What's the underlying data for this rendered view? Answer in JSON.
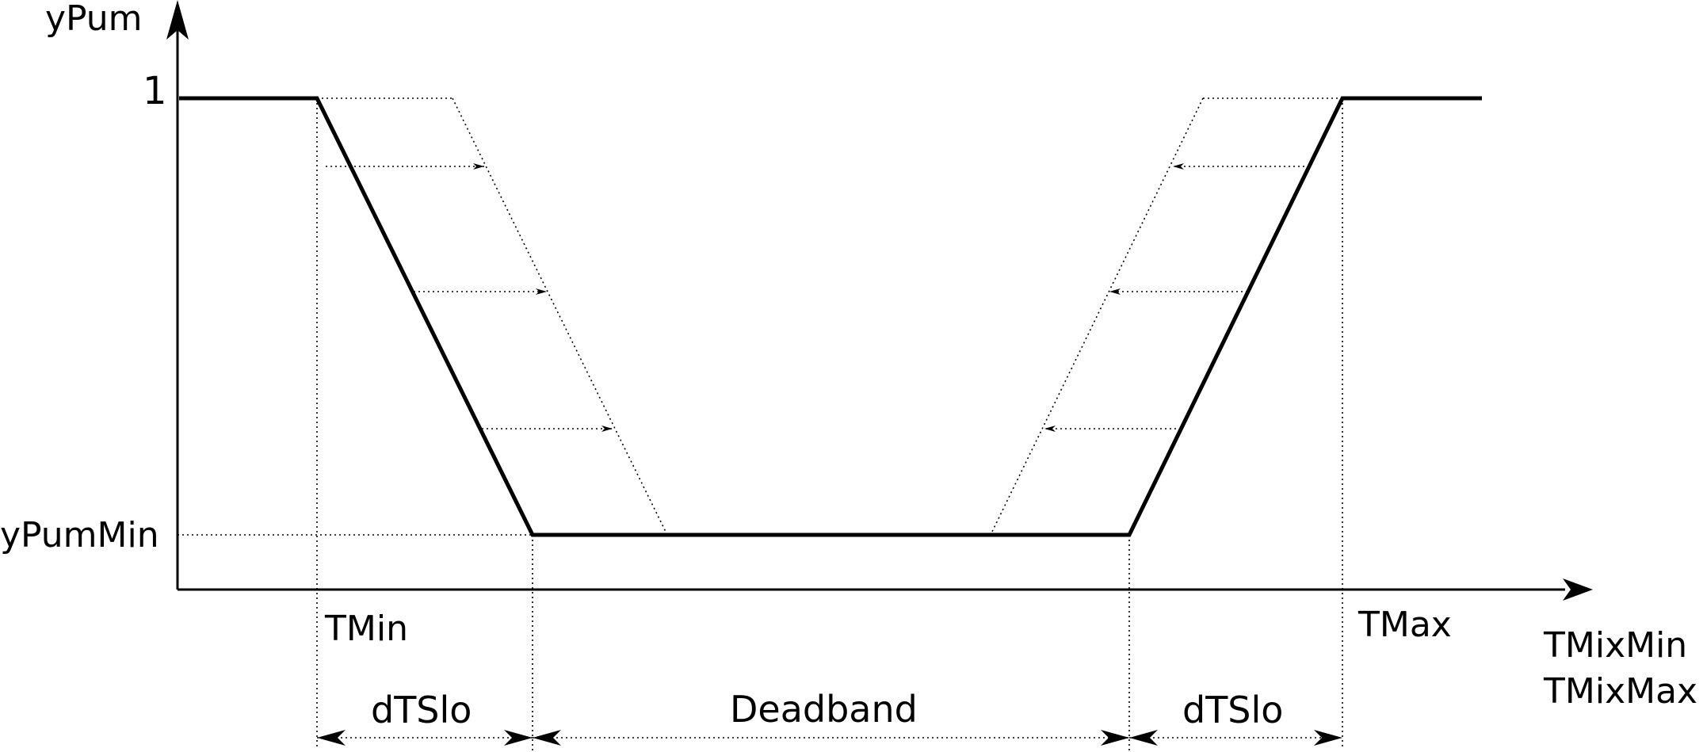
{
  "axes": {
    "y_label": "yPum",
    "x_label_line1": "TMixMin",
    "x_label_line2": "TMixMax"
  },
  "y_ticks": {
    "top": "1",
    "bottom": "yPumMin"
  },
  "markers": {
    "tmin": "TMin",
    "tmax": "TMax"
  },
  "spans": {
    "left": "dTSlo",
    "middle": "Deadband",
    "right": "dTSlo"
  },
  "colors": {
    "line": "#000000",
    "background": "#ffffff"
  }
}
